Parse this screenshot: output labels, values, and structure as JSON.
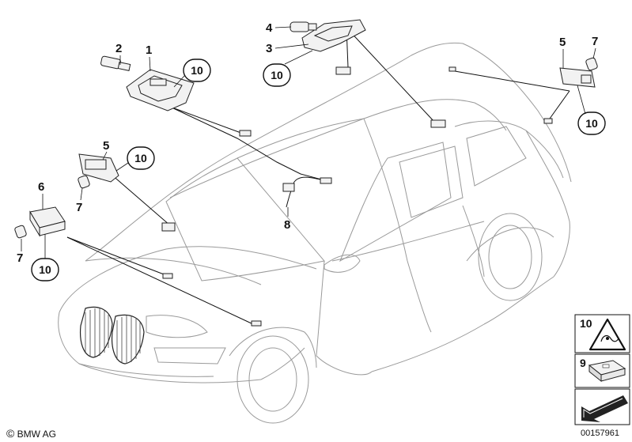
{
  "diagram": {
    "callouts": {
      "c1": "1",
      "c2": "2",
      "c3": "3",
      "c4": "4",
      "c5a": "5",
      "c5b": "5",
      "c6": "6",
      "c7a": "7",
      "c7b": "7",
      "c7c": "7",
      "c8": "8",
      "c10a": "10",
      "c10b": "10",
      "c10c": "10",
      "c10d": "10",
      "c10e": "10"
    },
    "legend": {
      "item10": "10",
      "item9": "9"
    }
  },
  "footer": {
    "brand": "BMW AG",
    "copyright_symbol": "©",
    "image_number": "00157961"
  },
  "icons": [
    "car-outline-icon",
    "warning-triangle-icon",
    "connector-box-icon",
    "arrow-icon"
  ],
  "colors": {
    "lines": "#111111",
    "car_outline": "#9a9a9a",
    "part_fill": "#f2f2f2"
  }
}
